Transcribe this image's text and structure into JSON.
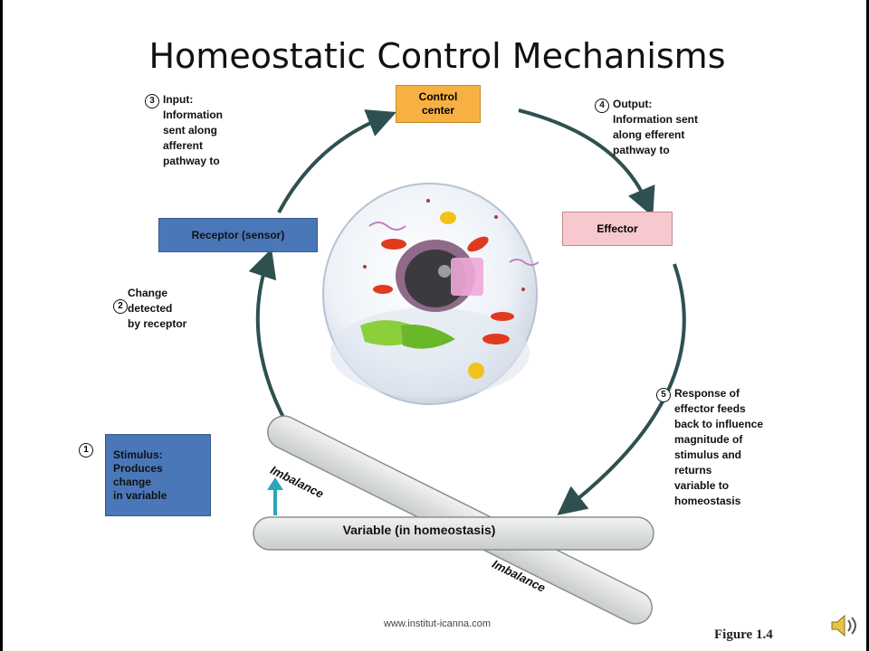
{
  "title": "Homeostatic Control Mechanisms",
  "control_center": "Control center",
  "receptor": "Receptor (sensor)",
  "effector": "Effector",
  "step3": {
    "num": "3",
    "text": "Input:\nInformation\nsent along\nafferent\npathway to"
  },
  "step4": {
    "num": "4",
    "text": "Output:\nInformation sent\nalong efferent\npathway to"
  },
  "step2": {
    "num": "2",
    "text": "Change\ndetected\nby receptor"
  },
  "step1": {
    "num": "1",
    "text": "Stimulus:\nProduces\nchange\nin variable"
  },
  "step5": {
    "num": "5",
    "text": "Response of\neffector feeds\nback to influence\nmagnitude of\nstimulus and\nreturns\nvariable to\nhomeostasis"
  },
  "variable": "Variable (in homeostasis)",
  "imbalance_top": "Imbalance",
  "imbalance_bottom": "Imbalance",
  "footer": "www.institut-icanna.com",
  "figure_label": "Figure 1.4",
  "colors": {
    "control": "#f7b143",
    "receptor": "#4a77b8",
    "effector": "#f8c8cf",
    "stimulus": "#4a77b8",
    "arrow": "#2e5050",
    "up_arrow": "#2aa6b8"
  }
}
